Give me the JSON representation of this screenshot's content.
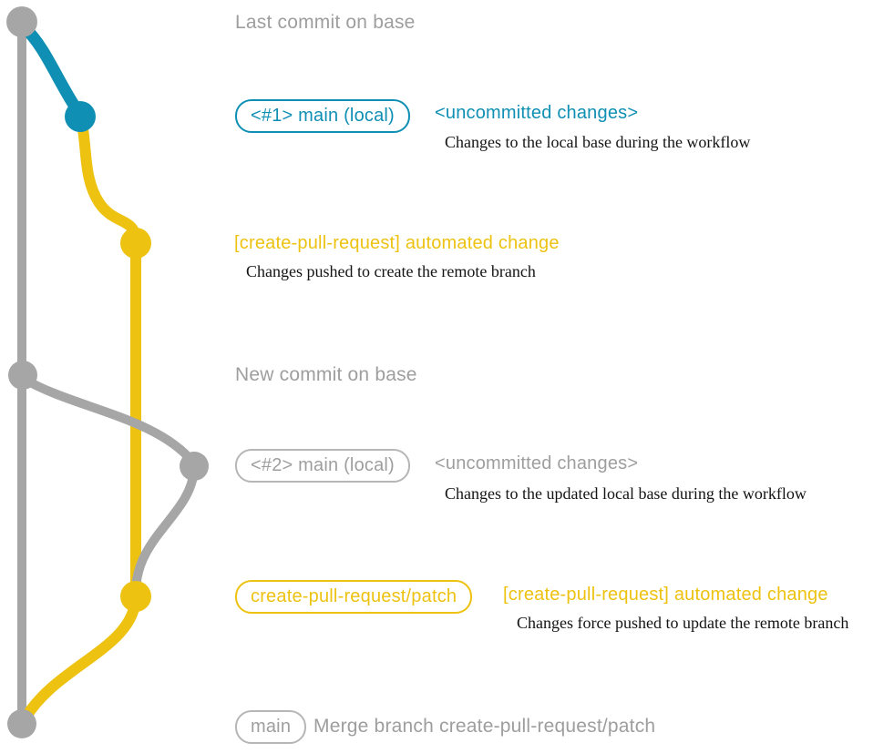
{
  "theme": {
    "background": "#ffffff",
    "gray": "#a6a6a6",
    "gray_text": "#9e9e9e",
    "gray_border": "#b6b6b6",
    "blue": "#0f8fb4",
    "yellow": "#edc211",
    "ink": "#141414"
  },
  "graph": {
    "type": "git-branch-diagram",
    "lanes": [
      {
        "name": "base",
        "color": "#a6a6a6"
      },
      {
        "name": "main (local)",
        "color": "#0f8fb4"
      },
      {
        "name": "create-pull-request/patch",
        "color": "#edc211"
      }
    ],
    "commit_dot_count": 7
  },
  "rows": [
    {
      "type": "event-label",
      "label": "Last commit on base"
    },
    {
      "type": "commit",
      "pill": "<#1> main (local)",
      "note": "<uncommitted changes>",
      "description": "Changes to the local base during the workflow"
    },
    {
      "type": "commit",
      "note": "[create-pull-request] automated change",
      "description": "Changes pushed to create the remote branch"
    },
    {
      "type": "event-label",
      "label": "New commit on base"
    },
    {
      "type": "commit",
      "pill": "<#2> main (local)",
      "note": "<uncommitted changes>",
      "description": "Changes to the updated local base during the workflow"
    },
    {
      "type": "commit",
      "pill": "create-pull-request/patch",
      "note": "[create-pull-request] automated change",
      "description": "Changes force pushed to update the remote branch"
    },
    {
      "type": "commit",
      "pill": "main",
      "label": "Merge branch create-pull-request/patch"
    }
  ]
}
